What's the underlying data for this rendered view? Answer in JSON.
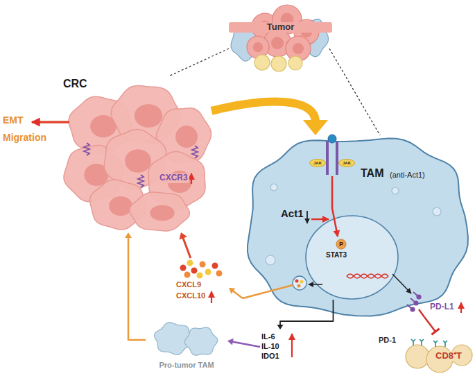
{
  "diagram": {
    "nodes": [
      {
        "text": [
          "Tumor"
        ]
      },
      {
        "text": [
          "CRC"
        ]
      },
      {
        "text": [
          "TAM",
          "(anti-Act1)",
          "Act1"
        ]
      },
      {
        "text": [
          "JAK"
        ],
        "in": 2
      },
      {
        "text": [
          "JAK"
        ],
        "in": 2
      },
      {
        "text": [
          "STAT3"
        ],
        "in": 2
      },
      {
        "text": [
          "P"
        ],
        "in": 5
      },
      {
        "text": [
          "CXCL9",
          "CXCL10"
        ]
      },
      {
        "text": [
          "IL-6",
          "IL-10",
          "IDO1"
        ]
      },
      {
        "text": [
          "Pro-tumor TAM"
        ]
      },
      {
        "text": [
          "CD8⁺T"
        ]
      }
    ],
    "edges": [
      {
        "from": 0,
        "to": 1,
        "arrow": "none"
      },
      {
        "from": 0,
        "to": 2,
        "arrow": "none"
      },
      {
        "from": 1,
        "to": 2,
        "arrow": "to"
      },
      {
        "from": 2,
        "to": 7,
        "arrow": "to"
      },
      {
        "from": 7,
        "to": 1,
        "arrow": "to"
      },
      {
        "from": 5,
        "to": 8,
        "arrow": "to"
      },
      {
        "from": 8,
        "to": 9,
        "arrow": "to"
      },
      {
        "from": 9,
        "to": 1,
        "arrow": "to"
      },
      {
        "from": 2,
        "to": 10,
        "arrow": "none"
      }
    ],
    "labels": [
      "EMT",
      "Migration",
      "CXCR3",
      "PD-L1",
      "PD-1"
    ]
  }
}
